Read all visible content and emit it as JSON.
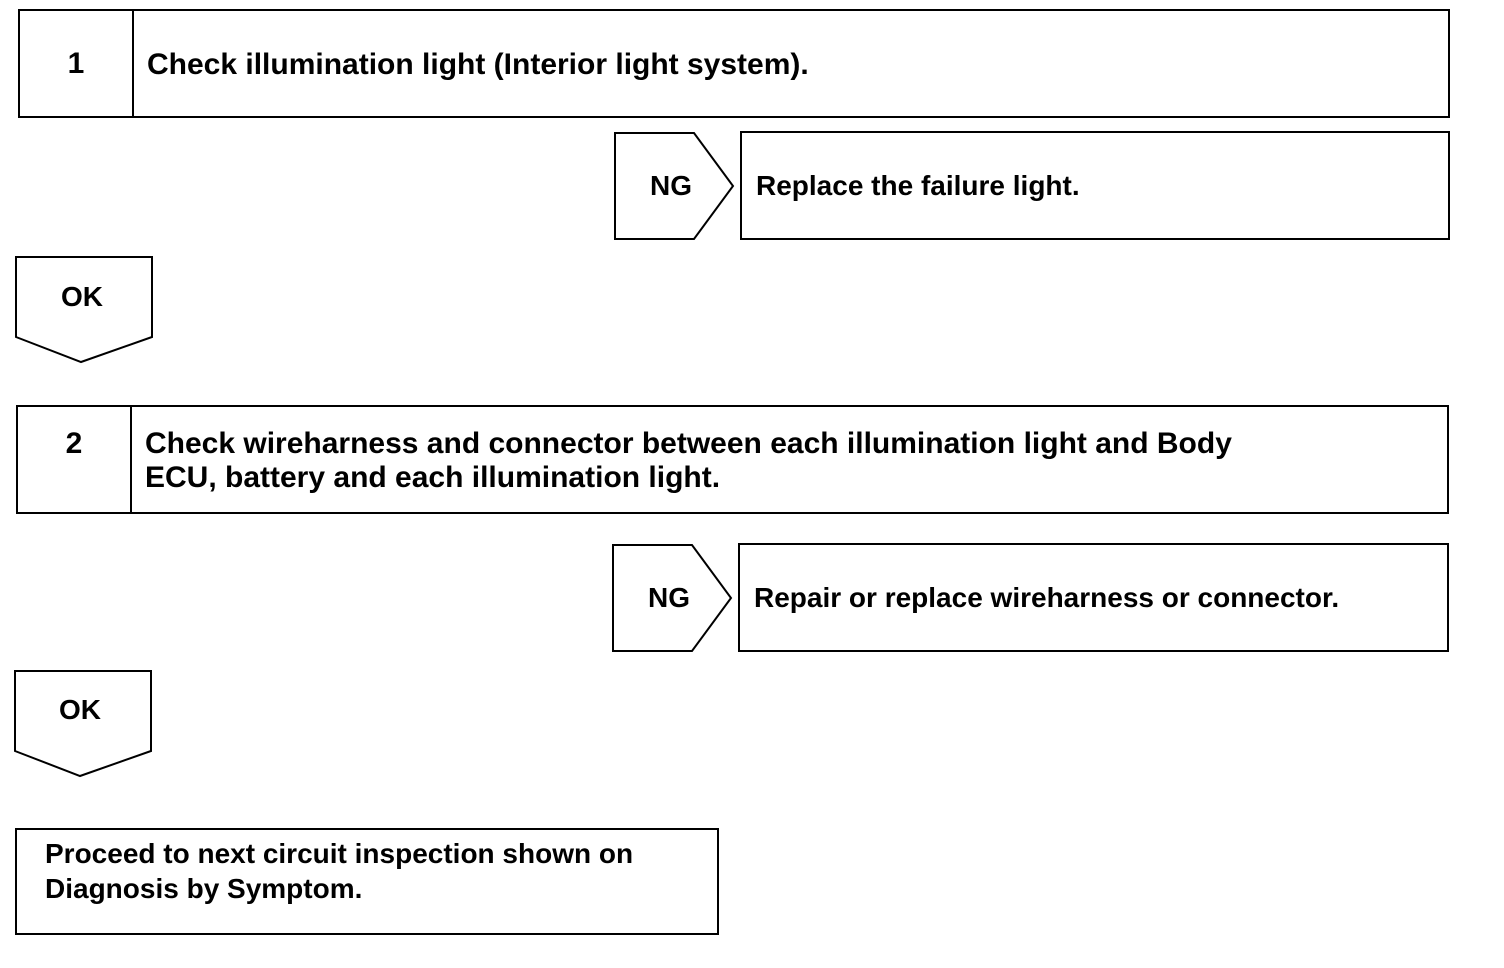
{
  "steps": [
    {
      "number": "1",
      "text": "Check illumination light (Interior light system).",
      "ng_label": "NG",
      "ng_result": "Replace the failure light.",
      "ok_label": "OK"
    },
    {
      "number": "2",
      "text_line1": "Check wireharness and connector between each illumination light and Body",
      "text_line2": "ECU, battery and each illumination light.",
      "ng_label": "NG",
      "ng_result": "Repair or replace wireharness or connector.",
      "ok_label": "OK"
    }
  ],
  "final": {
    "line1": "Proceed to next circuit inspection shown on",
    "line2": "Diagnosis by Symptom."
  }
}
